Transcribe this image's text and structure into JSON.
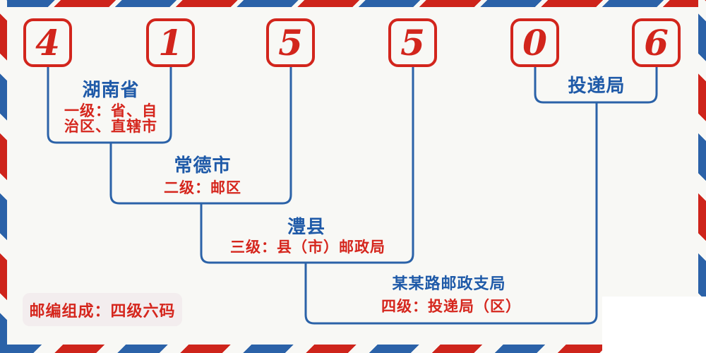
{
  "colors": {
    "accent_red": "#D2251C",
    "stripe_red": "#CE241B",
    "stripe_blue": "#2B62A8",
    "line_blue": "#2B62A8",
    "text_blue": "#1F5AA8",
    "text_red": "#D5261D",
    "badge_bg": "#F3EDEE",
    "page_bg": "#F8F8F5"
  },
  "postal_code": {
    "value": "415506",
    "digits": [
      "4",
      "1",
      "5",
      "5",
      "0",
      "6"
    ]
  },
  "levels": [
    {
      "name": "湖南省",
      "desc_lines": [
        "一级：省、自",
        "治区、直辖市"
      ]
    },
    {
      "name": "常德市",
      "desc_lines": [
        "二级：邮区"
      ]
    },
    {
      "name": "澧县",
      "desc_lines": [
        "三级：县（市）邮政局"
      ]
    },
    {
      "name": "某某路邮政支局",
      "desc_lines": [
        "四级：投递局（区）"
      ]
    },
    {
      "name": "投递局",
      "desc_lines": []
    }
  ],
  "badge": {
    "label": "邮编组成：四级六码"
  }
}
